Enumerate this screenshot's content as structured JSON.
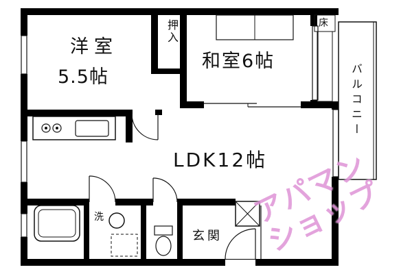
{
  "labels": {
    "western_room_name": "洋室",
    "western_room_size": "5.5帖",
    "japanese_room": "和室6帖",
    "ldk": "LDK12帖",
    "closet": "押入",
    "toko": "床",
    "balcony": "バルコニー",
    "entrance": "玄関",
    "laundry": "洗"
  },
  "watermark": {
    "line1": "アパマン",
    "line2": "ショップ"
  },
  "colors": {
    "wall": "#000000",
    "line": "#111111",
    "watermark": "#c848ba",
    "background": "#ffffff"
  }
}
